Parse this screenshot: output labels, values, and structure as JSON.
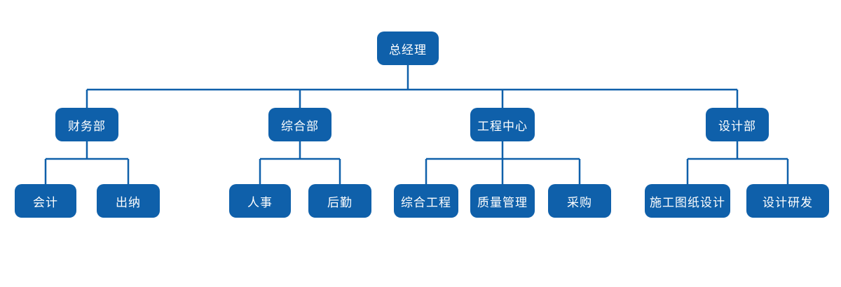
{
  "org": {
    "root": {
      "label": "总经理"
    },
    "departments": [
      {
        "label": "财务部",
        "children": [
          {
            "label": "会计"
          },
          {
            "label": "出纳"
          }
        ]
      },
      {
        "label": "综合部",
        "children": [
          {
            "label": "人事"
          },
          {
            "label": "后勤"
          }
        ]
      },
      {
        "label": "工程中心",
        "children": [
          {
            "label": "综合工程"
          },
          {
            "label": "质量管理"
          },
          {
            "label": "采购"
          }
        ]
      },
      {
        "label": "设计部",
        "children": [
          {
            "label": "施工图纸设计"
          },
          {
            "label": "设计研发"
          }
        ]
      }
    ],
    "colors": {
      "node_bg": "#0F60AA",
      "node_text": "#FFFFFF",
      "line": "#0F60AA",
      "background": "#FFFFFF"
    }
  }
}
